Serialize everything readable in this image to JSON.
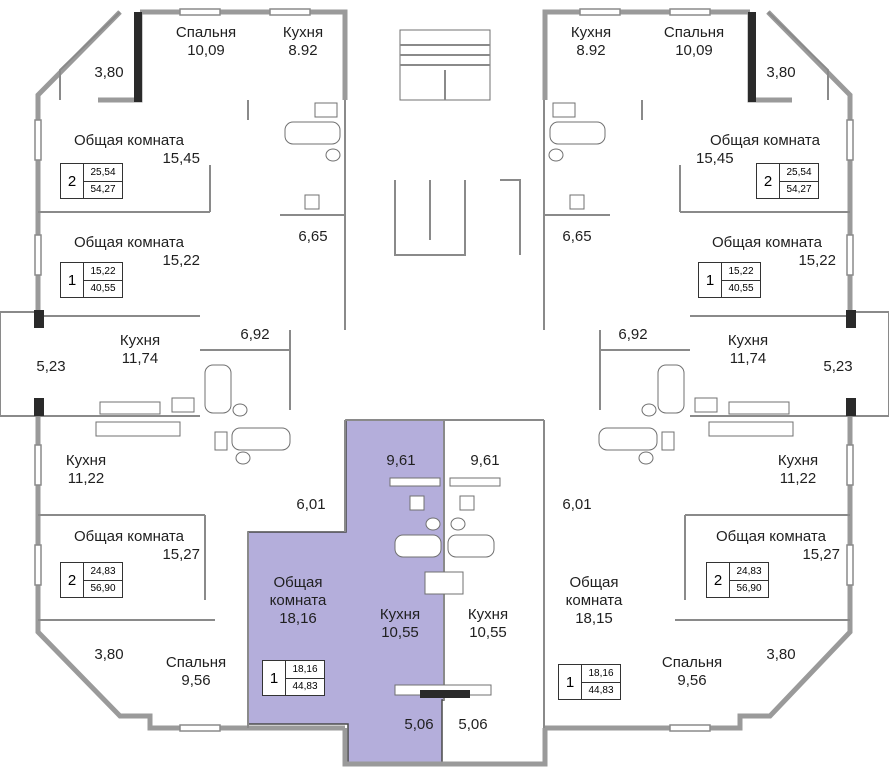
{
  "labels": {
    "spalnya": "Спальня",
    "kukhnya": "Кухня",
    "obshchaya": "Общая комната",
    "obshchaya_line1": "Общая",
    "obshchaya_line2": "комната"
  },
  "areas": {
    "tl_spalnya": "10,09",
    "tl_kukhnya": "8.92",
    "tr_kukhnya": "8.92",
    "tr_spalnya": "10,09",
    "tl_balcony": "3,80",
    "tr_balcony": "3,80",
    "l1_obshchaya": "15,45",
    "r1_obshchaya": "15,45",
    "l_hall_a": "6,65",
    "r_hall_a": "6,65",
    "l2_obshchaya": "15,22",
    "r2_obshchaya": "15,22",
    "l_loggia": "5,23",
    "r_loggia": "5,23",
    "l3_kukhnya": "11,74",
    "r3_kukhnya": "11,74",
    "l_hall_b": "6,92",
    "r_hall_b": "6,92",
    "l4_kukhnya": "11,22",
    "r4_kukhnya": "11,22",
    "c_hall_l": "9,61",
    "c_hall_r": "9,61",
    "l_hall_c": "6,01",
    "r_hall_c": "6,01",
    "l5_obshchaya": "15,27",
    "r5_obshchaya": "15,27",
    "c_obshchaya_l": "18,16",
    "c_obshchaya_r": "18,15",
    "c_kukhnya_l": "10,55",
    "c_kukhnya_r": "10,55",
    "bl_balcony": "3,80",
    "br_balcony": "3,80",
    "bl_spalnya": "9,56",
    "br_spalnya": "9,56",
    "c_balcony_l": "5,06",
    "c_balcony_r": "5,06"
  },
  "badges": {
    "l1": {
      "rooms": "2",
      "living": "25,54",
      "total": "54,27"
    },
    "r1": {
      "rooms": "2",
      "living": "25,54",
      "total": "54,27"
    },
    "l2": {
      "rooms": "1",
      "living": "15,22",
      "total": "40,55"
    },
    "r2": {
      "rooms": "1",
      "living": "15,22",
      "total": "40,55"
    },
    "l5": {
      "rooms": "2",
      "living": "24,83",
      "total": "56,90"
    },
    "r5": {
      "rooms": "2",
      "living": "24,83",
      "total": "56,90"
    },
    "cl": {
      "rooms": "1",
      "living": "18,16",
      "total": "44,83"
    },
    "cr": {
      "rooms": "1",
      "living": "18,16",
      "total": "44,83"
    }
  },
  "colors": {
    "highlight": "#b4aedb",
    "walls": "#9a9a9a"
  }
}
